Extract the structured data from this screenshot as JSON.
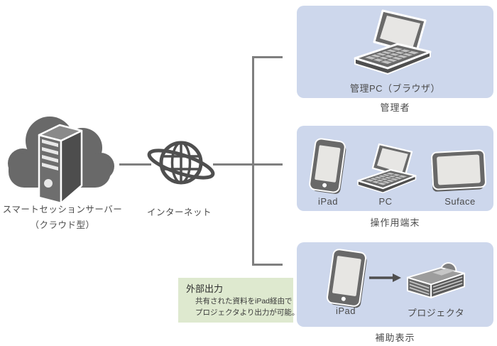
{
  "server_cloud": {
    "label_line1": "スマートセッションサーバー",
    "label_line2": "（クラウド型）"
  },
  "internet": {
    "label": "インターネット"
  },
  "admin_group": {
    "device_label": "管理PC（ブラウザ）",
    "caption": "管理者"
  },
  "terminal_group": {
    "devices": {
      "ipad": "iPad",
      "pc": "PC",
      "surface": "Suface"
    },
    "caption": "操作用端末"
  },
  "aux_group": {
    "devices": {
      "ipad": "iPad",
      "projector": "プロジェクタ"
    },
    "caption": "補助表示"
  },
  "note": {
    "title": "外部出力",
    "body_line1": "共有された資料をiPad経由で",
    "body_line2": "プロジェクタより出力が可能。"
  },
  "colors": {
    "panel_blue": "#cdd7ec",
    "note_green": "#dee9cf",
    "connector_gray": "#7f7f7f",
    "icon_gray": "#696969",
    "text_gray": "#4a4a4a"
  }
}
